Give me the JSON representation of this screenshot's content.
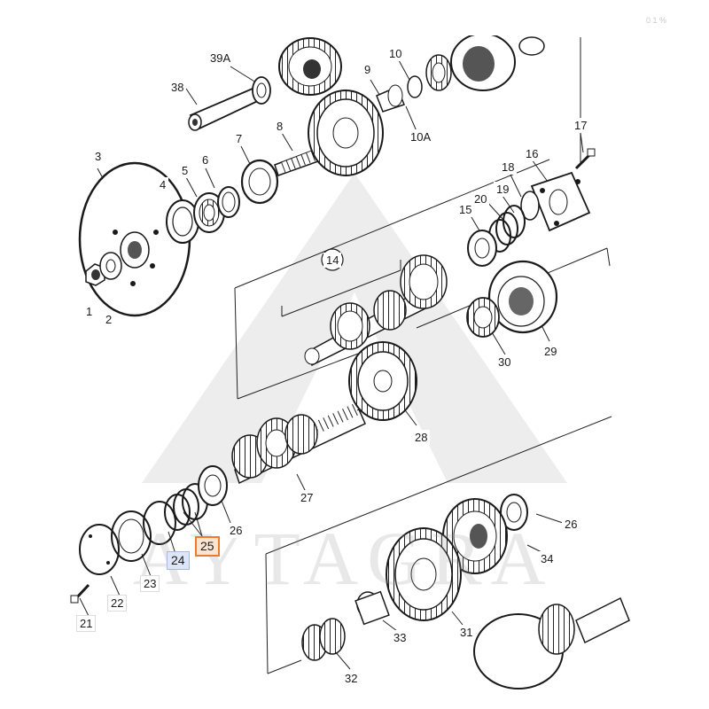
{
  "header": {
    "ghost_text": "0 1 %"
  },
  "watermark": {
    "text": "AYTAGRA"
  },
  "labels": {
    "l1": "1",
    "l2": "2",
    "l3": "3",
    "l4": "4",
    "l5": "5",
    "l6": "6",
    "l7": "7",
    "l8": "8",
    "l9": "9",
    "l10": "10",
    "l10a": "10A",
    "l14": "14",
    "l15": "15",
    "l16": "16",
    "l17": "17",
    "l18": "18",
    "l19": "19",
    "l20": "20",
    "l21": "21",
    "l22": "22",
    "l23": "23",
    "l24": "24",
    "l25": "25",
    "l26a": "26",
    "l26b": "26",
    "l27": "27",
    "l28": "28",
    "l29": "29",
    "l30": "30",
    "l31": "31",
    "l32": "32",
    "l33": "33",
    "l34": "34",
    "l38": "38",
    "l39a": "39A"
  },
  "highlight_colors": {
    "selected_blue": "#aab9d6",
    "selected_orange": "#f07a2a"
  }
}
